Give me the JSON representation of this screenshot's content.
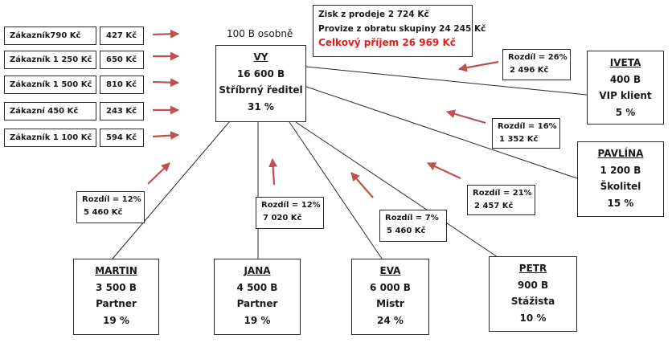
{
  "customers": [
    {
      "label": "Zákazník790 Kč",
      "amount": "427 Kč"
    },
    {
      "label": "Zákazník 1 250 Kč",
      "amount": "650 Kč"
    },
    {
      "label": "Zákazník 1 500 Kč",
      "amount": "810 Kč"
    },
    {
      "label": "Zákazní 450 Kč",
      "amount": "243 Kč"
    },
    {
      "label": "Zákazník 1 100 Kč",
      "amount": "594 Kč"
    }
  ],
  "personal_volume_label": "100 B osobně",
  "summary": {
    "line1": "Zisk z prodeje 2 724 Kč",
    "line2": "Provize z obratu skupiny 24 245 Kč",
    "total": "Celkový příjem 26 969 Kč"
  },
  "center": {
    "name": "VY",
    "points": "16 600 B",
    "rank": "Stříbrný ředitel",
    "percent": "31 %"
  },
  "members": {
    "iveta": {
      "name": "IVETA",
      "points": "400 B",
      "rank": "VIP klient",
      "percent": "5 %"
    },
    "pavlina": {
      "name": "PAVLÍNA",
      "points": "1 200 B",
      "rank": "Školitel",
      "percent": "15 %"
    },
    "martin": {
      "name": "MARTIN",
      "points": "3 500 B",
      "rank": "Partner",
      "percent": "19 %"
    },
    "jana": {
      "name": "JANA",
      "points": "4 500 B",
      "rank": "Partner",
      "percent": "19 %"
    },
    "eva": {
      "name": "EVA",
      "points": "6 000 B",
      "rank": "Mistr",
      "percent": "24 %"
    },
    "petr": {
      "name": "PETR",
      "points": "900 B",
      "rank": "Stážista",
      "percent": "10 %"
    }
  },
  "differences": {
    "iveta": {
      "rate": "Rozdíl = 26%",
      "amount": "2 496 Kč"
    },
    "pavlina": {
      "rate": "Rozdíl = 16%",
      "amount": "1 352 Kč"
    },
    "martin": {
      "rate": "Rozdíl = 12%",
      "amount": "5 460 Kč"
    },
    "jana": {
      "rate": "Rozdíl = 12%",
      "amount": "7 020 Kč"
    },
    "eva": {
      "rate": "Rozdíl = 7%",
      "amount": "5 460 Kč"
    },
    "petr": {
      "rate": "Rozdíl = 21%",
      "amount": "2 457 Kč"
    }
  },
  "colors": {
    "arrow": "#c0504d",
    "total_text": "#e02020",
    "line": "#2a2a2a"
  }
}
